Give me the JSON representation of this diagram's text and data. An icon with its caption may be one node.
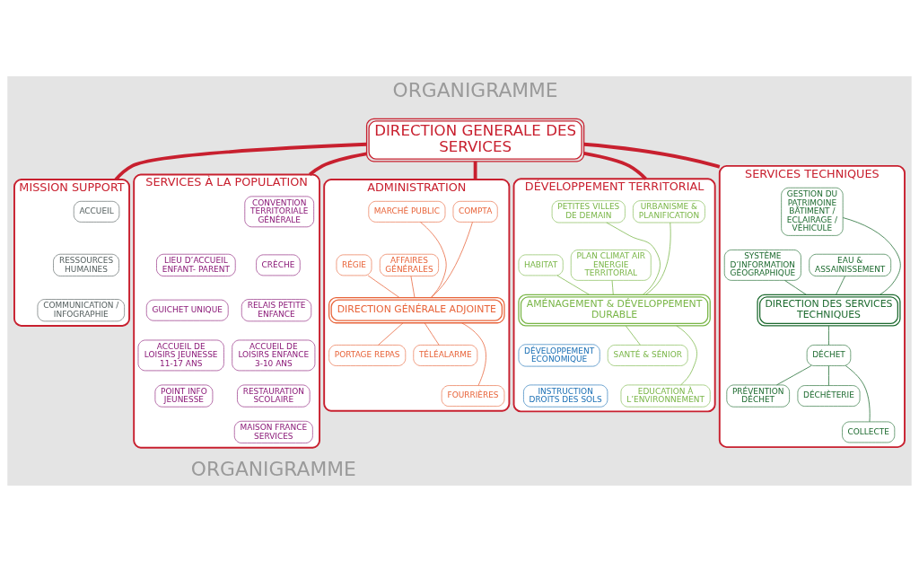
{
  "diagram": {
    "nodes": [
      {
        "text": [
          "DIRECTION GENERALE DES SERVICES"
        ]
      },
      {
        "text": [
          "MISSION SUPPORT"
        ]
      },
      {
        "text": [
          "ACCUEIL"
        ],
        "in": 1
      },
      {
        "text": [
          "RESSOURCES HUMAINES"
        ],
        "in": 1
      },
      {
        "text": [
          "COMMUNICATION / INFOGRAPHIE"
        ],
        "in": 1
      },
      {
        "text": [
          "SERVICES À LA POPULATION"
        ]
      },
      {
        "text": [
          "CONVENTION TERRITORIALE GÉNÉRALE"
        ],
        "in": 5
      },
      {
        "text": [
          "CRÈCHE"
        ],
        "in": 5
      },
      {
        "text": [
          "LIEU D’ACCUEIL ENFANT- PARENT"
        ],
        "in": 5
      },
      {
        "text": [
          "RELAIS PETITE ENFANCE"
        ],
        "in": 5
      },
      {
        "text": [
          "GUICHET UNIQUE"
        ],
        "in": 5
      },
      {
        "text": [
          "ACCUEIL DE LOISIRS ENFANCE 3-10 ANS"
        ],
        "in": 5
      },
      {
        "text": [
          "ACCUEIL DE LOISIRS JEUNESSE 11-17 ANS"
        ],
        "in": 5
      },
      {
        "text": [
          "RESTAURATION SCOLAIRE"
        ],
        "in": 5
      },
      {
        "text": [
          "POINT INFO JEUNESSE"
        ],
        "in": 5
      },
      {
        "text": [
          "MAISON FRANCE SERVICES"
        ],
        "in": 5
      },
      {
        "text": [
          "ADMINISTRATION"
        ]
      },
      {
        "text": [
          "COMPTA"
        ],
        "in": 16
      },
      {
        "text": [
          "MARCHÉ PUBLIC"
        ],
        "in": 16
      },
      {
        "text": [
          "AFFAIRES GÉNÉRALES"
        ],
        "in": 16
      },
      {
        "text": [
          "RÉGIE"
        ],
        "in": 16
      },
      {
        "text": [
          "DIRECTION GÉNÉRALE ADJOINTE"
        ],
        "in": 16
      },
      {
        "text": [
          "PORTAGE REPAS"
        ],
        "in": 16
      },
      {
        "text": [
          "TÉLÉALARME"
        ],
        "in": 16
      },
      {
        "text": [
          "FOURRIÈRES"
        ],
        "in": 16
      },
      {
        "text": [
          "DÉVELOPPEMENT TERRITORIAL"
        ]
      },
      {
        "text": [
          "URBANISME & PLANIFICATION"
        ],
        "in": 25
      },
      {
        "text": [
          "PETITES VILLES DE DEMAIN"
        ],
        "in": 25
      },
      {
        "text": [
          "PLAN CLIMAT AIR ENERGIE TERRITORIAL"
        ],
        "in": 25
      },
      {
        "text": [
          "HABITAT"
        ],
        "in": 25
      },
      {
        "text": [
          "AMÉNAGEMENT & DÉVELOPPEMENT DURABLE"
        ],
        "in": 25
      },
      {
        "text": [
          "SANTÉ & SÉNIOR"
        ],
        "in": 25
      },
      {
        "text": [
          "DÉVELOPPEMENT ECONOMIQUE"
        ],
        "in": 25
      },
      {
        "text": [
          "EDUCATION À L’ENVIRONNEMENT"
        ],
        "in": 25
      },
      {
        "text": [
          "INSTRUCTION DROITS DES SOLS"
        ],
        "in": 25
      },
      {
        "text": [
          "SERVICES TECHNIQUES"
        ]
      },
      {
        "text": [
          "GESTION DU PATRIMOINE BÂTIMENT / ECLAIRAGE / VÉHICULE"
        ],
        "in": 35
      },
      {
        "text": [
          "EAU & ASSAINISSEMENT"
        ],
        "in": 35
      },
      {
        "text": [
          "SYSTÈME D’INFORMATION GÉOGRAPHIQUE"
        ],
        "in": 35
      },
      {
        "text": [
          "DIRECTION DES SERVICES TECHNIQUES"
        ],
        "in": 35
      },
      {
        "text": [
          "DÉCHET"
        ],
        "in": 35
      },
      {
        "text": [
          "PRÉVENTION DÉCHET"
        ],
        "in": 35
      },
      {
        "text": [
          "DÉCHÈTERIE"
        ],
        "in": 35
      },
      {
        "text": [
          "COLLECTE"
        ],
        "in": 35
      }
    ],
    "edges": [
      {
        "from": 0,
        "to": 1,
        "arrow": "none",
        "style": "thick",
        "color": "#c8202f"
      },
      {
        "from": 0,
        "to": 25,
        "arrow": "none",
        "style": "thick",
        "color": "#c8202f"
      },
      {
        "from": 0,
        "to": 16,
        "arrow": "none",
        "style": "thick",
        "color": "#c8202f"
      },
      {
        "from": 0,
        "to": 35,
        "arrow": "none",
        "style": "thick",
        "color": "#c8202f"
      },
      {
        "from": 0,
        "to": 5,
        "arrow": "none",
        "style": "thick",
        "color": "#c8202f"
      },
      {
        "from": 17,
        "to": 21,
        "arrow": "none",
        "color": "#e8643a"
      },
      {
        "from": 18,
        "to": 21,
        "arrow": "none",
        "color": "#e8643a"
      },
      {
        "from": 19,
        "to": 21,
        "arrow": "none",
        "color": "#e8643a"
      },
      {
        "from": 20,
        "to": 21,
        "arrow": "none",
        "color": "#e8643a"
      },
      {
        "from": 21,
        "to": 22,
        "arrow": "none",
        "color": "#e8643a"
      },
      {
        "from": 21,
        "to": 23,
        "arrow": "none",
        "color": "#e8643a"
      },
      {
        "from": 21,
        "to": 24,
        "arrow": "none",
        "color": "#e8643a"
      },
      {
        "from": 26,
        "to": 30,
        "arrow": "none",
        "color": "#7ab648"
      },
      {
        "from": 27,
        "to": 30,
        "arrow": "none",
        "color": "#7ab648"
      },
      {
        "from": 28,
        "to": 30,
        "arrow": "none",
        "color": "#7ab648"
      },
      {
        "from": 29,
        "to": 30,
        "arrow": "none",
        "color": "#7ab648"
      },
      {
        "from": 30,
        "to": 31,
        "arrow": "none",
        "color": "#7ab648"
      },
      {
        "from": 30,
        "to": 33,
        "arrow": "none",
        "color": "#7ab648"
      },
      {
        "from": 36,
        "to": 39,
        "arrow": "none",
        "color": "#1e6b30"
      },
      {
        "from": 37,
        "to": 39,
        "arrow": "none",
        "color": "#1e6b30"
      },
      {
        "from": 38,
        "to": 39,
        "arrow": "none",
        "color": "#1e6b30"
      },
      {
        "from": 39,
        "to": 40,
        "arrow": "none",
        "color": "#1e6b30"
      },
      {
        "from": 40,
        "to": 41,
        "arrow": "none",
        "color": "#1e6b30"
      },
      {
        "from": 40,
        "to": 42,
        "arrow": "none",
        "color": "#1e6b30"
      },
      {
        "from": 40,
        "to": 43,
        "arrow": "none",
        "color": "#1e6b30"
      }
    ],
    "labels": [
      "ORGANIGRAMME",
      "ORGANIGRAMME"
    ]
  }
}
